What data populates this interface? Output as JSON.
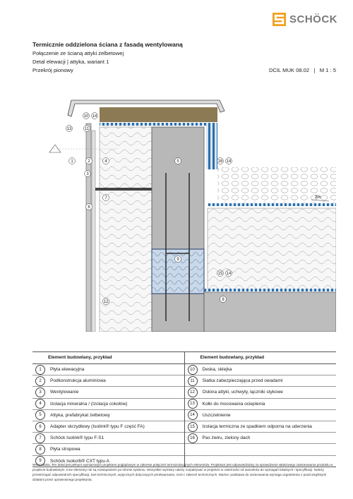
{
  "brand": {
    "name": "SCHÖCK",
    "logo_color": "#f0a020"
  },
  "header": {
    "title": "Termicznie oddzielona ściana z fasadą wentylowaną",
    "subtitle": "Połączenie ze ścianą attyki żelbetowej",
    "detail": "Detal elewacji | attyka, wariant 1",
    "section": "Przekrój pionowy",
    "code": "DCIL MUK 08.02",
    "separator": "|",
    "scale": "M 1 : 5"
  },
  "drawing": {
    "slope_label": "2%",
    "callouts": {
      "c1": "1",
      "c2": "2",
      "c3": "3",
      "c4": "4",
      "c5": "5",
      "c6": "6",
      "c7": "7",
      "c8": "8",
      "c9": "9",
      "c10": "10",
      "c11": "11",
      "c12": "12",
      "c13": "13",
      "c14": "14",
      "c15": "15",
      "c16": "16"
    }
  },
  "legend": {
    "header_left": "Element budowlany, przykład",
    "header_right": "Element budowlany, przykład",
    "left": [
      {
        "num": "1",
        "label": "Płyta elewacyjna"
      },
      {
        "num": "2",
        "label": "Podkonstrukcja aluminiowa"
      },
      {
        "num": "3",
        "label": "Wentylowanie"
      },
      {
        "num": "4",
        "label": "Izolacja mineralna / (Izolacja cokołów)"
      },
      {
        "num": "5",
        "label": "Attyka, prefabrykat żelbetowy"
      },
      {
        "num": "6",
        "label": "Adapter skrzydłowy (Isolink® typu F część FA)"
      },
      {
        "num": "7",
        "label": "Schöck Isolink® typu F-S1"
      },
      {
        "num": "8",
        "label": "Płyta stropowa"
      },
      {
        "num": "9",
        "label": "Schöck Isokorb® CXT typu A"
      }
    ],
    "right": [
      {
        "num": "10",
        "label": "Deska, sklejka"
      },
      {
        "num": "11",
        "label": "Siatka zabezpieczająca przed owadami"
      },
      {
        "num": "12",
        "label": "Osłona attyki, uchwyty, łączniki stykowe"
      },
      {
        "num": "13",
        "label": "Kołki do mocowania ocieplenia"
      },
      {
        "num": "14",
        "label": "Uszczelnienie"
      },
      {
        "num": "15",
        "label": "Izolacja termiczna ze spadkiem odporna na uderzenia"
      },
      {
        "num": "16",
        "label": "Pas żwiru, zielony dach"
      }
    ]
  },
  "footnote": "Wskazówka: Ten detal jest pełnym wymiarowym projektem poglądowym w zakresie połączeń termoizolacyjnych elementów. Projektant jest odpowiedzialny za sprawdzenie właściwego zastosowania produktu w projekcie budowlanym. Inne elementy nie są rozwiązaniem po stronie systemu. Wszystkie wymiary należy rozpatrywać w projekcie w zależności od warunków do wymagań lokalnych i specyfikacji. Należy przestrzegać odpowiednich specyfikacji, kart technicznych, wytycznych dotyczących przetwarzania, norm i zaleceń technicznych. Ważne: podstawa do oszacowania wymaga uzgodnienia z poszczególnymi działami przez uprawnionego projektanta."
}
